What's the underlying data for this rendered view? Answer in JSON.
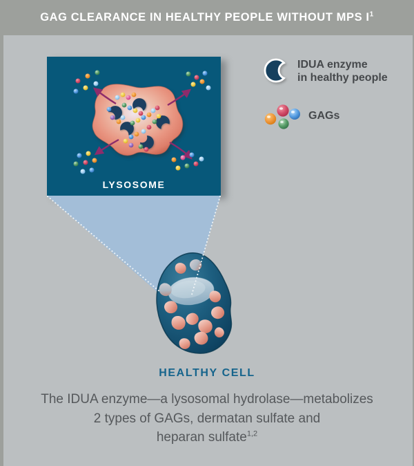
{
  "header": {
    "title": "GAG CLEARANCE IN HEALTHY PEOPLE WITHOUT MPS I",
    "title_superscript": "1"
  },
  "legend": {
    "idua": {
      "icon": "idua-enzyme-crescent-icon",
      "label_line1": "IDUA enzyme",
      "label_line2": "in healthy people"
    },
    "gags": {
      "icon": "gags-spheres-icon",
      "label": "GAGs",
      "sphere_colors": [
        "#F09A3E",
        "#E2566E",
        "#5AA0E4",
        "#5AA06B"
      ]
    }
  },
  "diagram": {
    "lysosome_label": "LYSOSOME",
    "cell_label": "HEALTHY CELL",
    "colors": {
      "header_background": "#9DA09C",
      "panel_background": "#BBBFC1",
      "lysosome_panel_background": "#07587A",
      "funnel_blue": "#A3BED8",
      "cell_blue": "#1D5E7F",
      "enzyme_navy": "#16405E",
      "arrow_purple": "#8E2C6B",
      "lysosome_pink": "#E89480",
      "cell_label_teal": "#16648C",
      "caption_gray": "#55585B"
    }
  },
  "caption": {
    "line1": "The IDUA enzyme—a lysosomal hydrolase—metabolizes",
    "line2": "2 types of GAGs, dermatan sulfate and",
    "line3": "heparan sulfate",
    "superscript": "1,2"
  }
}
